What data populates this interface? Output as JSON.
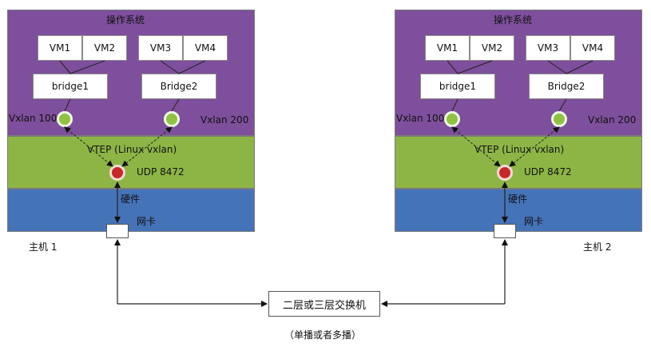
{
  "hosts": [
    {
      "os_title": "操作系统",
      "vms": [
        "VM1",
        "VM2",
        "VM3",
        "VM4"
      ],
      "bridges": [
        "bridge1",
        "Bridge2"
      ],
      "vxlan_left": "Vxlan 100",
      "vxlan_right": "Vxlan 200",
      "vtep_label": "VTEP (Linux vxlan)",
      "udp_label": "UDP 8472",
      "hardware_label": "硬件",
      "nic_label": "网卡",
      "host_name": "主机 1"
    },
    {
      "os_title": "操作系统",
      "vms": [
        "VM1",
        "VM2",
        "VM3",
        "VM4"
      ],
      "bridges": [
        "bridge1",
        "Bridge2"
      ],
      "vxlan_left": "Vxlan 100",
      "vxlan_right": "Vxlan 200",
      "vtep_label": "VTEP (Linux vxlan)",
      "udp_label": "UDP 8472",
      "hardware_label": "硬件",
      "nic_label": "网卡",
      "host_name": "主机 2"
    }
  ],
  "switch_label": "二层或三层交换机",
  "switch_note": "（单播或者多播）",
  "colors": {
    "os_layer": "#7e4f9c",
    "vtep_layer": "#8db545",
    "hardware_layer": "#4573b8",
    "vxlan_dot": "#8fc243",
    "udp_dot": "#c8282a"
  }
}
